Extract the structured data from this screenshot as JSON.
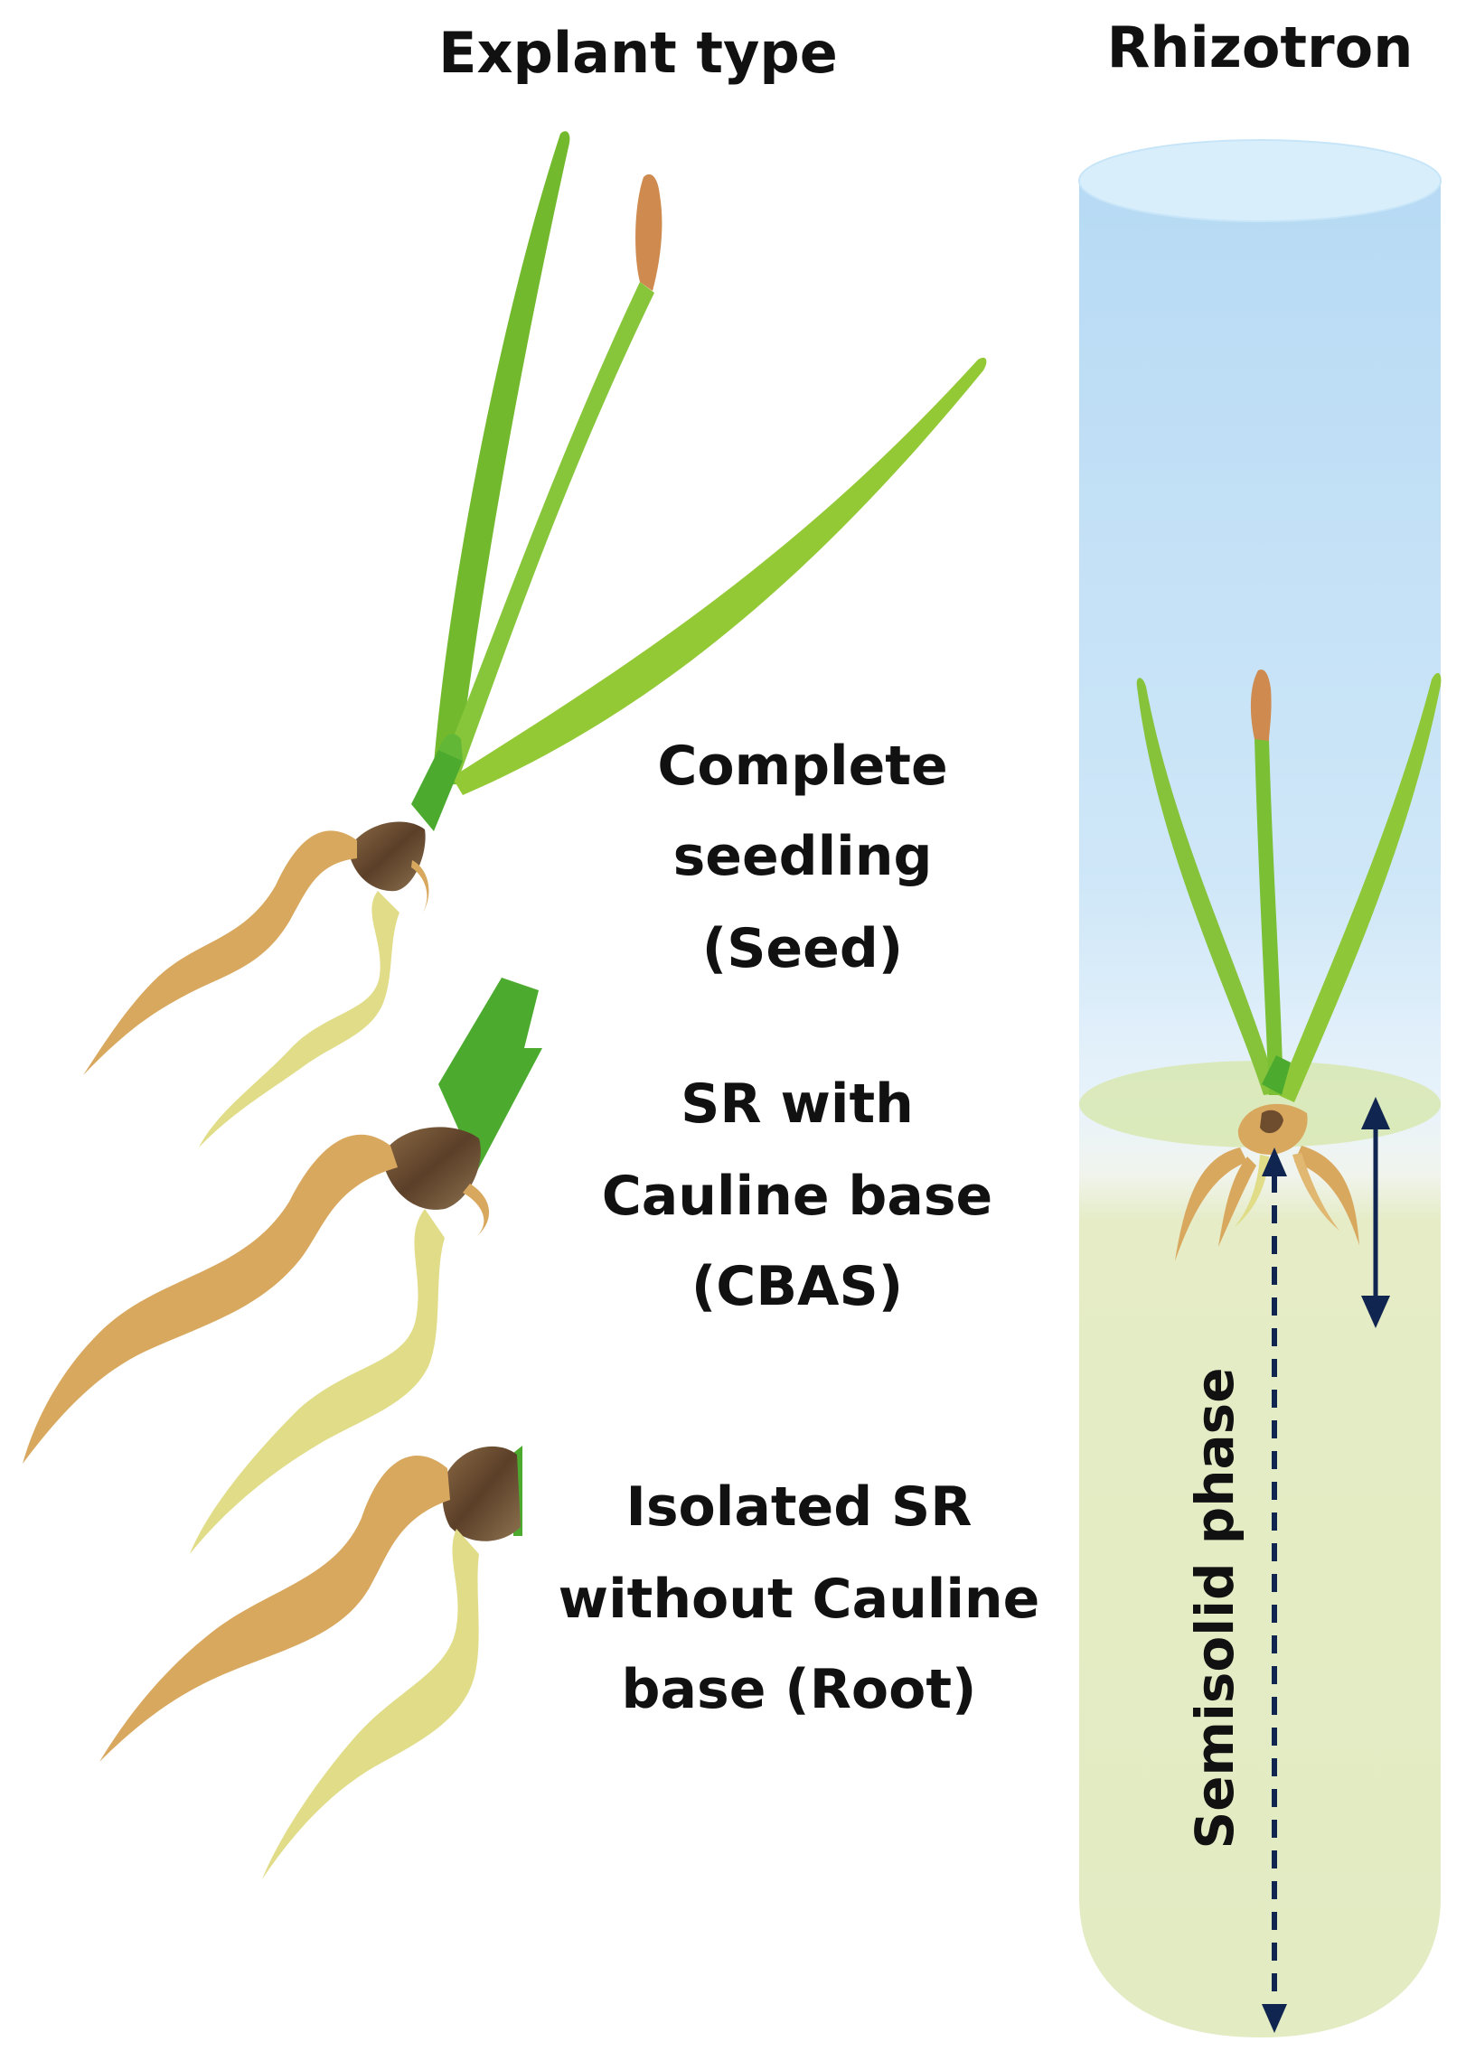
{
  "headers": {
    "explant_type": "Explant type",
    "rhizotron": "Rhizotron"
  },
  "labels": {
    "complete_seedling": {
      "line1": "Complete",
      "line2": "seedling",
      "line3": "(Seed)"
    },
    "cbas": {
      "line1": "SR with",
      "line2": "Cauline base",
      "line3": "(CBAS)"
    },
    "root": {
      "line1": "Isolated SR",
      "line2": "without Cauline",
      "line3": "base (Root)"
    },
    "semisolid": "Semisolid phase"
  },
  "colors": {
    "leaf_green": "#7fbf35",
    "stem_green": "#4cab2f",
    "spike_orange": "#cf8a4f",
    "root_tan": "#d9a85f",
    "root_pale": "#e0dc88",
    "seed_brown": "#6e4d2f",
    "tube_top": "#b9ddf4",
    "tube_bottom": "#e8efcd",
    "arrow_navy": "#102550"
  }
}
